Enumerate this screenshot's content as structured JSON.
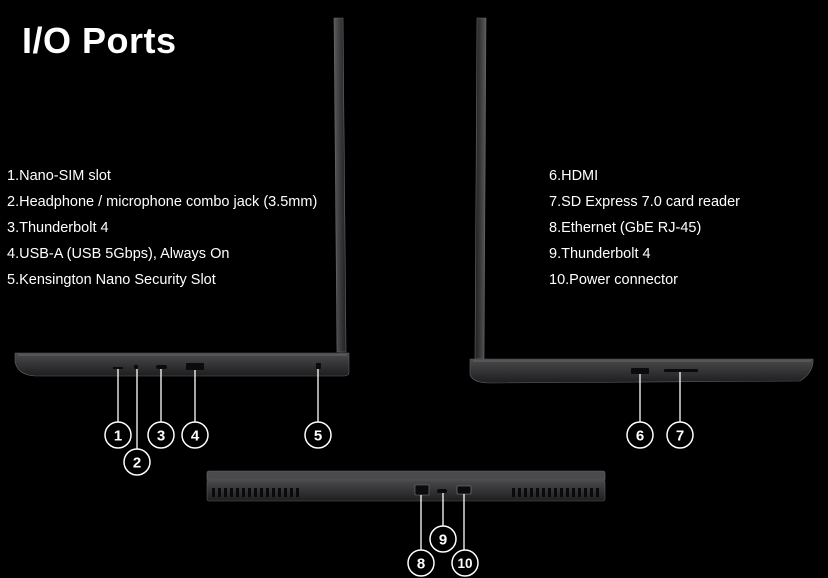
{
  "title": "I/O Ports",
  "left_ports": [
    "1.Nano-SIM slot",
    "2.Headphone / microphone combo jack (3.5mm)",
    "3.Thunderbolt 4",
    "4.USB-A (USB 5Gbps), Always On",
    "5.Kensington Nano Security Slot"
  ],
  "right_ports": [
    "6.HDMI",
    "7.SD Express 7.0 card reader",
    "8.Ethernet (GbE RJ-45)",
    "9.Thunderbolt 4",
    "10.Power connector"
  ],
  "callouts": [
    "1",
    "2",
    "3",
    "4",
    "5",
    "6",
    "7",
    "8",
    "9",
    "10"
  ],
  "colors": {
    "background": "#000000",
    "text": "#ffffff",
    "chassis": "#3a3a3c",
    "port": "#0b0b0b"
  }
}
